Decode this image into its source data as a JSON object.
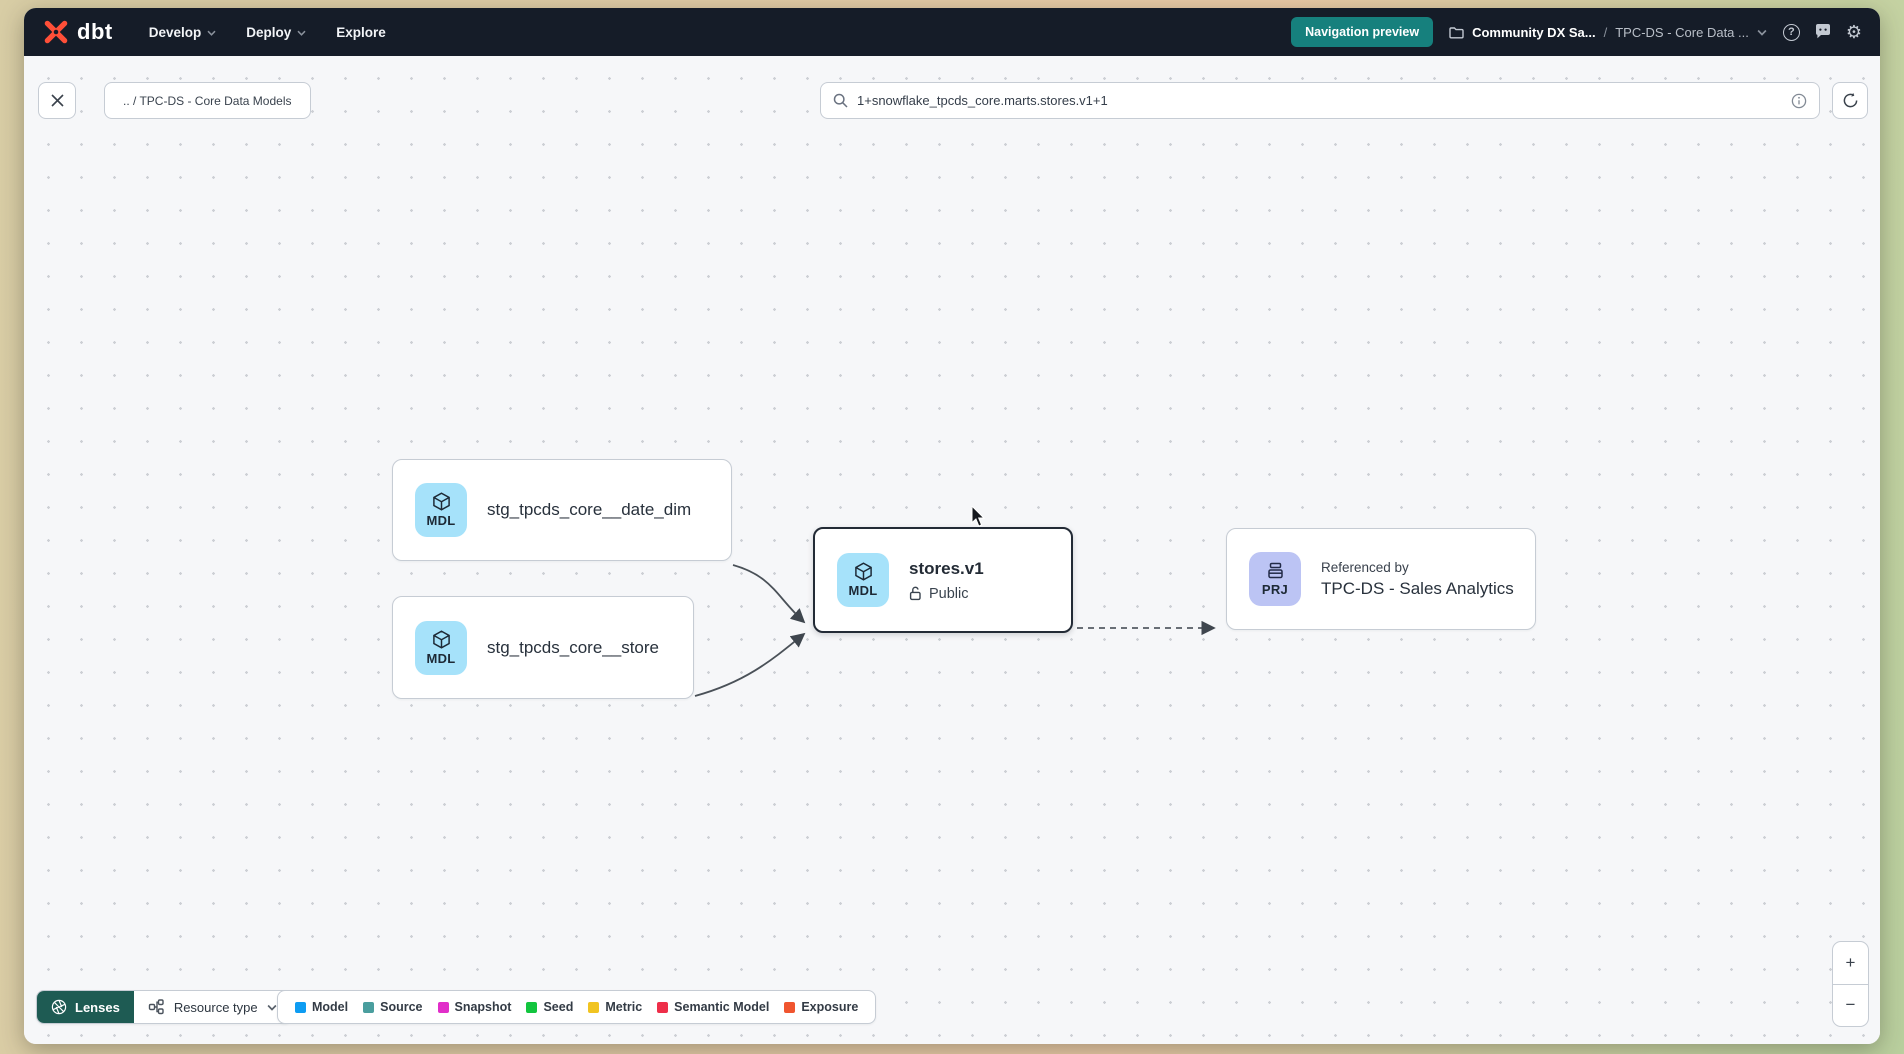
{
  "colors": {
    "brand_orange": "#ff4f38",
    "nav_teal": "#16807d",
    "lenses_green": "#1e5b53",
    "selected_border": "#232b36",
    "mdl_badge": "#a6e2fa",
    "prj_badge": "#bcc4f4"
  },
  "navbar": {
    "logo_text": "dbt",
    "menu": [
      {
        "label": "Develop"
      },
      {
        "label": "Deploy"
      },
      {
        "label": "Explore"
      }
    ],
    "preview_button": "Navigation preview",
    "breadcrumb": {
      "project": "Community DX Sa...",
      "separator": "/",
      "page": "TPC-DS - Core Data ..."
    }
  },
  "toolbar": {
    "breadcrumb_chip": ".. / TPC-DS - Core Data Models",
    "search_value": "1+snowflake_tpcds_core.marts.stores.v1+1"
  },
  "graph": {
    "nodes": [
      {
        "badge": "MDL",
        "label": "stg_tpcds_core__date_dim"
      },
      {
        "badge": "MDL",
        "label": "stg_tpcds_core__store"
      },
      {
        "badge": "MDL",
        "label": "stores.v1",
        "access": "Public"
      },
      {
        "badge": "PRJ",
        "title": "Referenced by",
        "label": "TPC-DS - Sales Analytics"
      }
    ]
  },
  "footer": {
    "lenses_label": "Lenses",
    "resource_type_label": "Resource type",
    "legend": [
      {
        "label": "Model",
        "color": "#0d9cf2"
      },
      {
        "label": "Source",
        "color": "#4a9e9e"
      },
      {
        "label": "Snapshot",
        "color": "#e12ec9"
      },
      {
        "label": "Seed",
        "color": "#12c53e"
      },
      {
        "label": "Metric",
        "color": "#f1c421"
      },
      {
        "label": "Semantic Model",
        "color": "#ee2e49"
      },
      {
        "label": "Exposure",
        "color": "#f0552f"
      }
    ]
  },
  "zoom_controls": {
    "zoom_in": "+",
    "zoom_out": "−"
  }
}
